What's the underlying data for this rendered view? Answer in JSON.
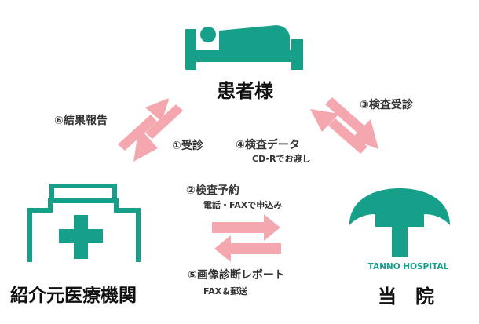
{
  "colors": {
    "teal": "#16A089",
    "arrow_pink": "#F4A7AE",
    "text": "#333333"
  },
  "icons": {
    "patient": "bed-icon",
    "referrer": "clinic-building-icon",
    "hospital": "hospital-umbrella-cross-logo"
  },
  "nodes": {
    "patient": "患者様",
    "referrer": "紹介元医療機関",
    "hospital": "当　院",
    "hospital_logo_text": "TANNO HOSPITAL"
  },
  "flows": {
    "step1": "①受診",
    "step2": "②検査予約",
    "step2_note": "電話・FAXで申込み",
    "step3": "③検査受診",
    "step4": "④検査データ",
    "step4_note": "CD-Rでお渡し",
    "step5": "⑤画像診断レポート",
    "step5_note": "FAX＆郵送",
    "step6": "⑥結果報告"
  }
}
